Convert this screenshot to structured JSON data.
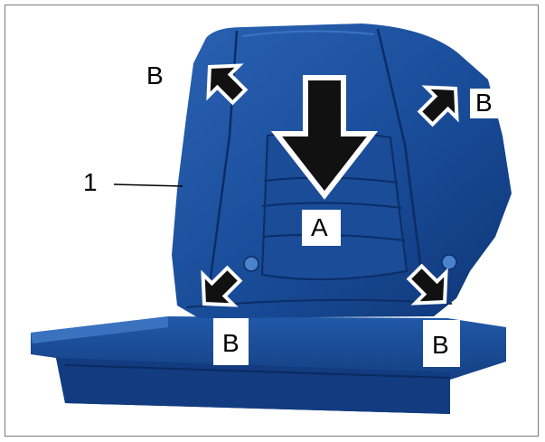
{
  "labels": {
    "b_top_left": "B",
    "b_top_right": "B",
    "b_bottom_left": "B",
    "b_bottom_right": "B",
    "a_center": "A",
    "part_number": "1"
  },
  "colors": {
    "seat_blue": "#1b4f9c",
    "seat_dark": "#0f3473",
    "seat_light": "#2b63b3",
    "arrow_fill": "#111111",
    "arrow_outline": "#ffffff"
  }
}
